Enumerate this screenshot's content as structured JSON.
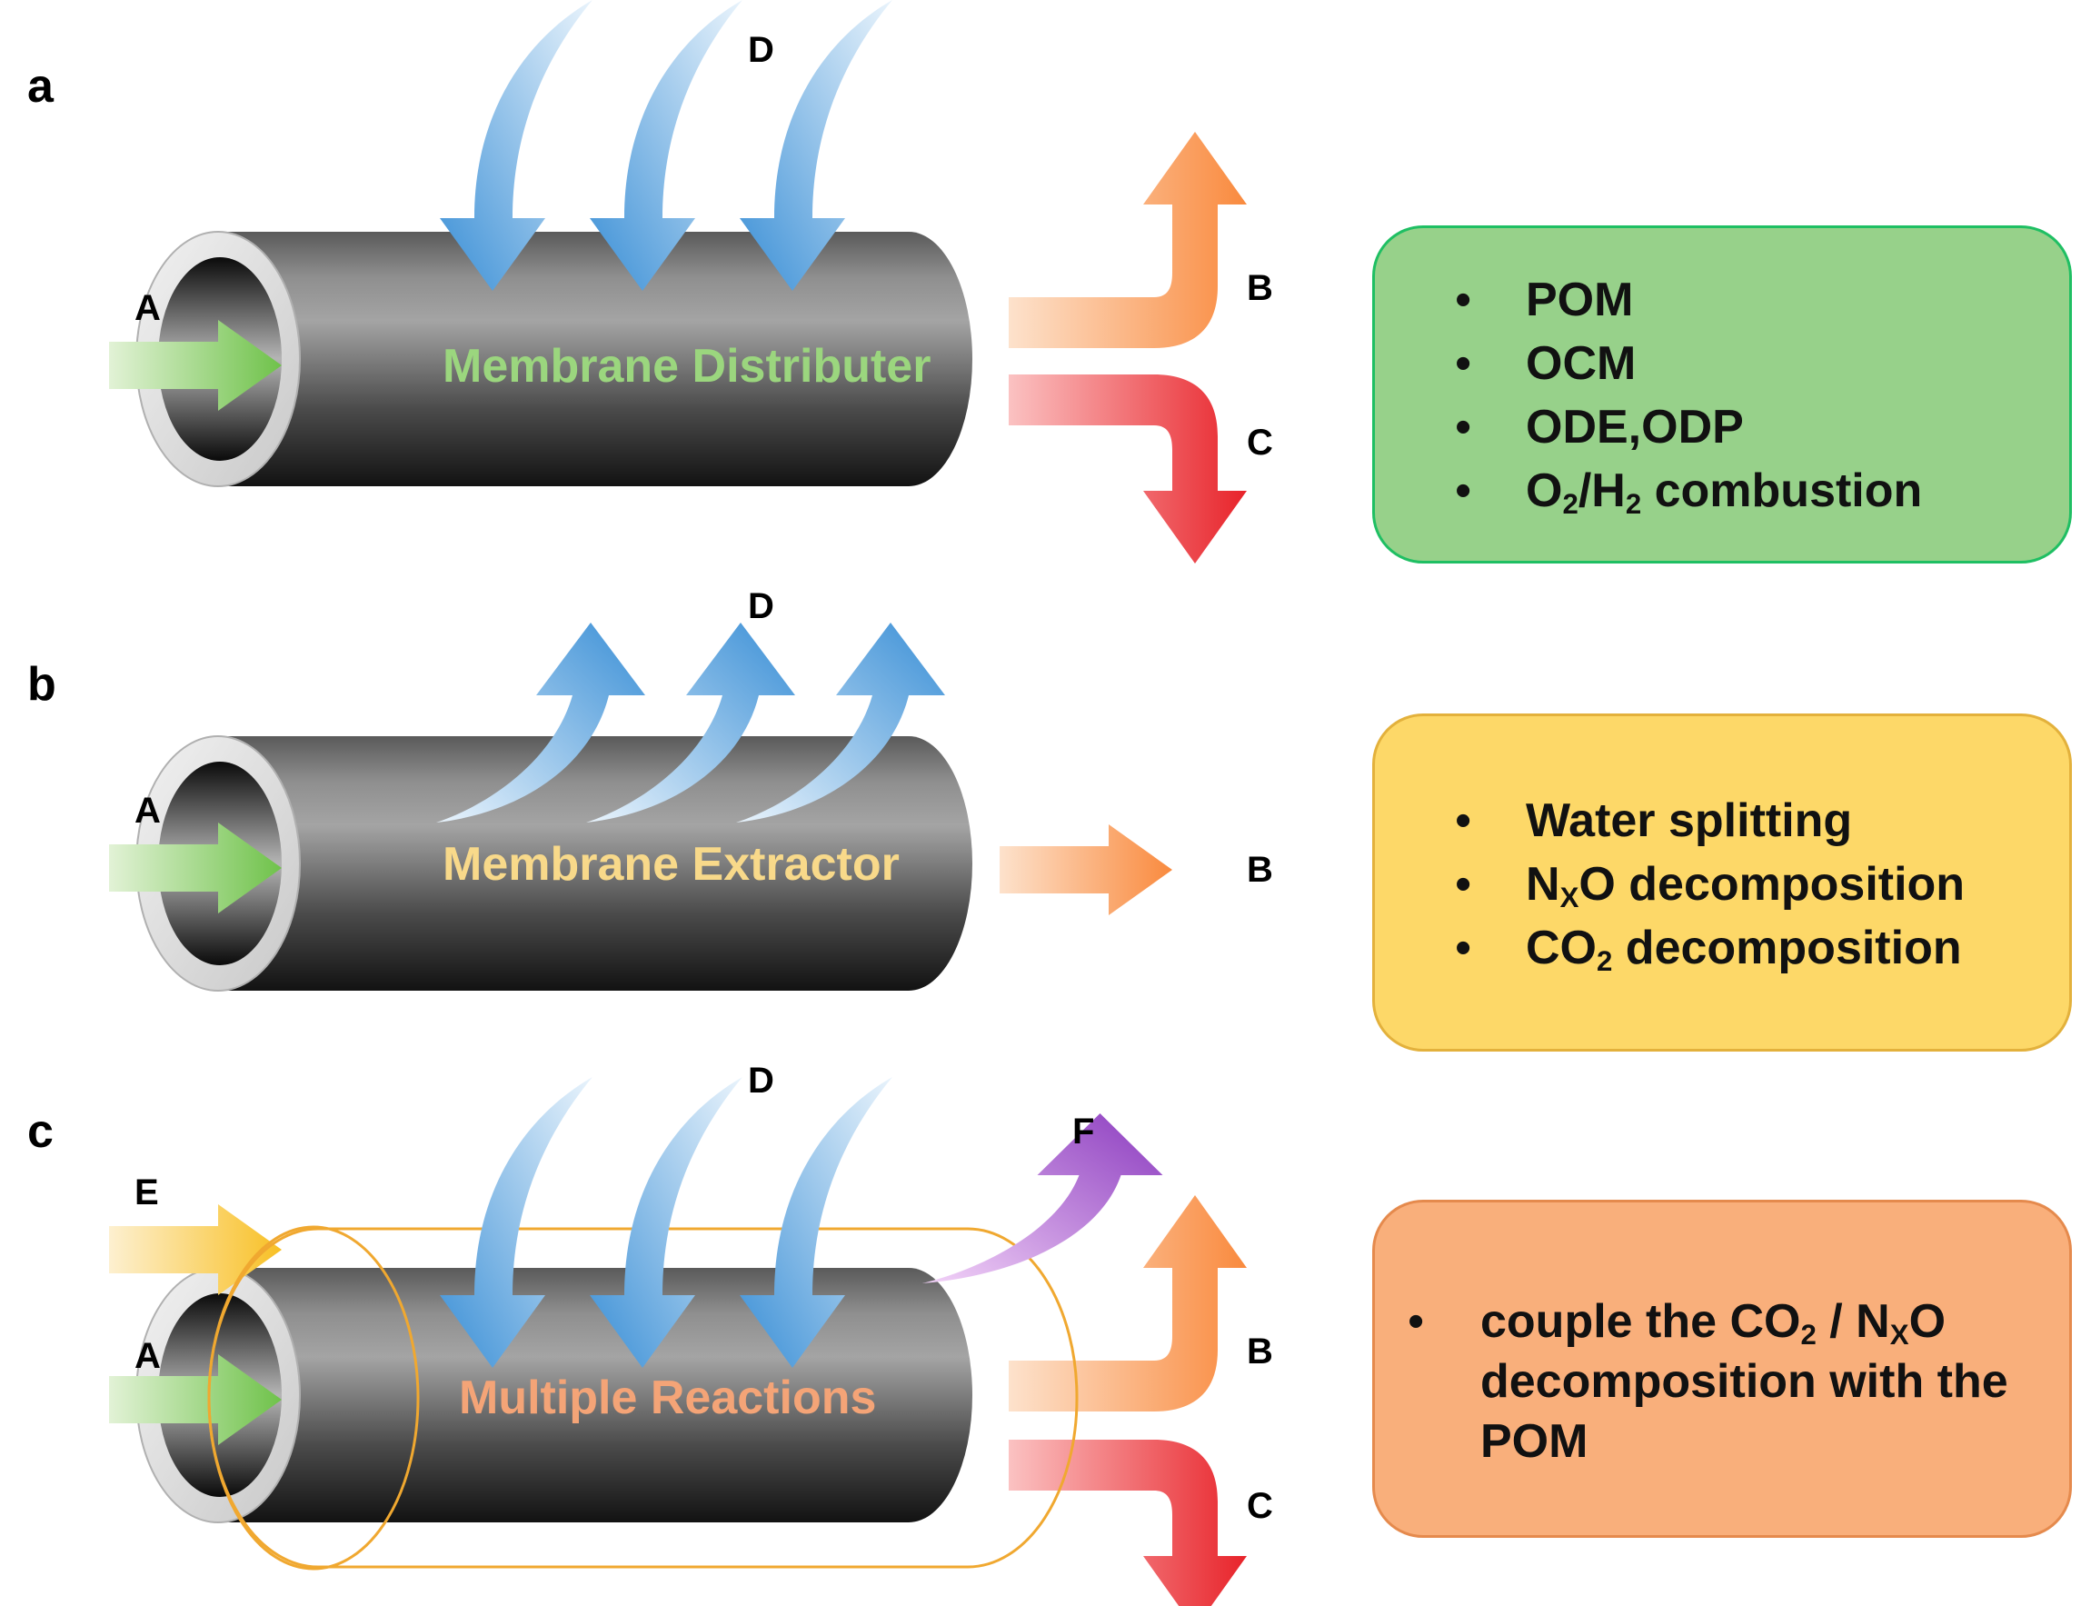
{
  "panels": [
    {
      "letter": "a",
      "tube_label": "Membrane Distributer",
      "flow_labels": {
        "A": "A",
        "B": "B",
        "C": "C",
        "D": "D"
      },
      "box_items": [
        "POM",
        "OCM",
        "ODE,ODP",
        "O2/H2 combustion"
      ]
    },
    {
      "letter": "b",
      "tube_label": "Membrane Extractor",
      "flow_labels": {
        "A": "A",
        "B": "B",
        "D": "D"
      },
      "box_items": [
        "Water splitting",
        "NXO decomposition",
        "CO2 decomposition"
      ]
    },
    {
      "letter": "c",
      "tube_label": "Multiple Reactions",
      "flow_labels": {
        "A": "A",
        "B": "B",
        "C": "C",
        "D": "D",
        "E": "E",
        "F": "F"
      },
      "box_items": [
        "couple the CO2 / NXO decomposition with the POM"
      ]
    }
  ],
  "colors": {
    "inlet_A": "#6fc24a",
    "inlet_E": "#f8c025",
    "outlet_B": "#f98a3e",
    "outlet_C": "#e8232a",
    "permeate_D": "#3a8fd6",
    "outlet_F": "#9a46c6",
    "tube_label_a": "#9bd67e",
    "tube_label_b": "#f8d98a",
    "tube_label_c": "#f4a477",
    "box_a": "#97d18a",
    "box_b": "#fdd868",
    "box_c": "#f9af7b"
  }
}
